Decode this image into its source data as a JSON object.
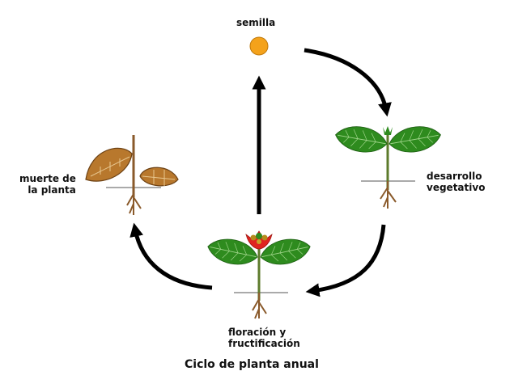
{
  "labels": {
    "seed": "semilla",
    "vegetative_line1": "desarrollo",
    "vegetative_line2": "vegetativo",
    "death_line1": "muerte de",
    "death_line2": "la planta",
    "flowering_line1": "floración y",
    "flowering_line2": "fructificación"
  },
  "title": "Ciclo de planta anual",
  "colors": {
    "seed": "#f4a21b",
    "leaf_green": "#2e8b1e",
    "dry_leaf": "#b8782d",
    "root": "#8a5a2b",
    "flower_red": "#e0241f",
    "arrow": "#000000"
  }
}
